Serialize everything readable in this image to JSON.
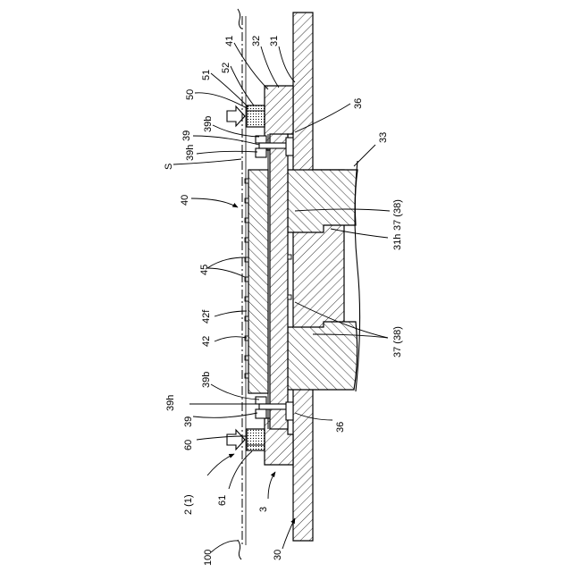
{
  "figure": {
    "kind": "patent cross-section drawing (rotated)",
    "labels": {
      "l100": "100",
      "l30": "30",
      "l3": "3",
      "l2_1": "2 (1)",
      "l61": "61",
      "l60": "60",
      "l39_lower": "39",
      "l39h_lower": "39h",
      "l39b_lower": "39b",
      "l42": "42",
      "l42f": "42f",
      "l45": "45",
      "l40": "40",
      "lS": "S",
      "l39h_upper": "39h",
      "l39_upper": "39",
      "l39b_upper": "39b",
      "l50": "50",
      "l51": "51",
      "l52": "52",
      "l41": "41",
      "l32": "32",
      "l31": "31",
      "l36_upper": "36",
      "l36_lower": "36",
      "l33": "33",
      "l37_38_upper": "37 (38)",
      "l31h": "31h",
      "l37_38_lower": "37 (38)"
    }
  }
}
